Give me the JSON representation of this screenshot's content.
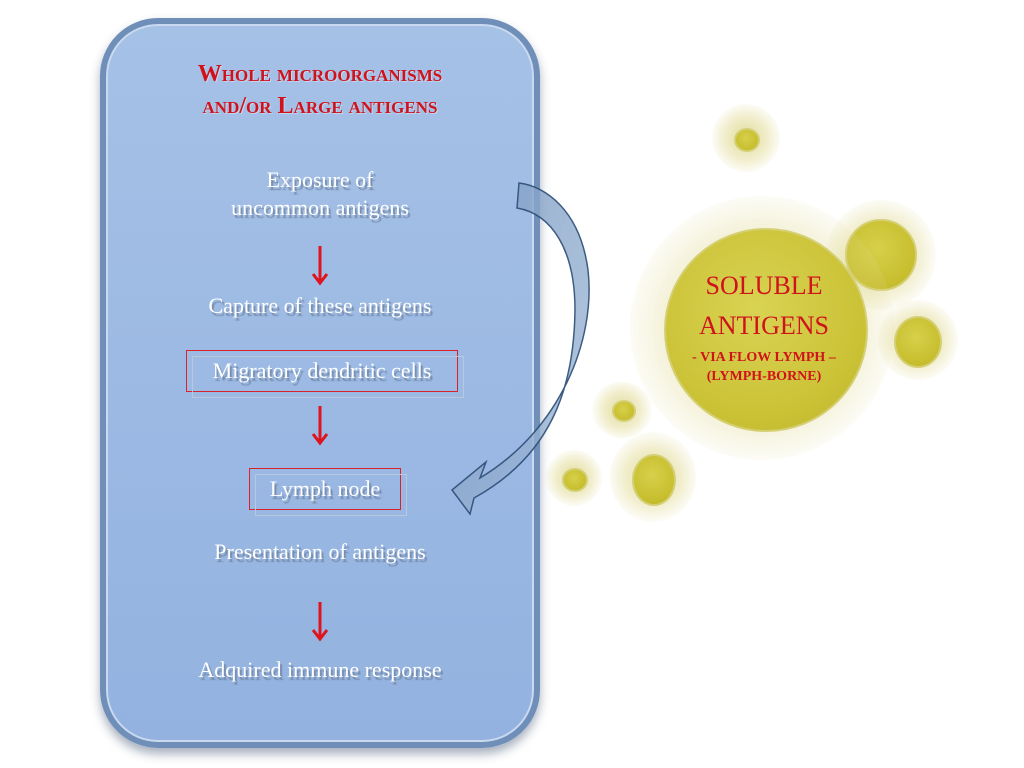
{
  "left_panel": {
    "title_line1": "Whole microorganisms",
    "title_line2": "and/or Large antigens",
    "steps": {
      "exposure_line1": "Exposure of",
      "exposure_line2": "uncommon antigens",
      "capture": "Capture of these antigens",
      "migratory": "Migratory dendritic cells",
      "lymph_node": "Lymph node",
      "presentation": "Presentation of antigens",
      "response": "Adquired immune response"
    }
  },
  "right_circle": {
    "title_line1": "SOLUBLE",
    "title_line2": "ANTIGENS",
    "sub_line1": "- VIA FLOW LYMPH –",
    "sub_line2": "(LYMPH-BORNE)"
  },
  "colors": {
    "panel_fill": "#9ab8e3",
    "title_red": "#d0121b",
    "arrow_red": "#e0141e",
    "blob_yellow": "#c7be2e"
  }
}
